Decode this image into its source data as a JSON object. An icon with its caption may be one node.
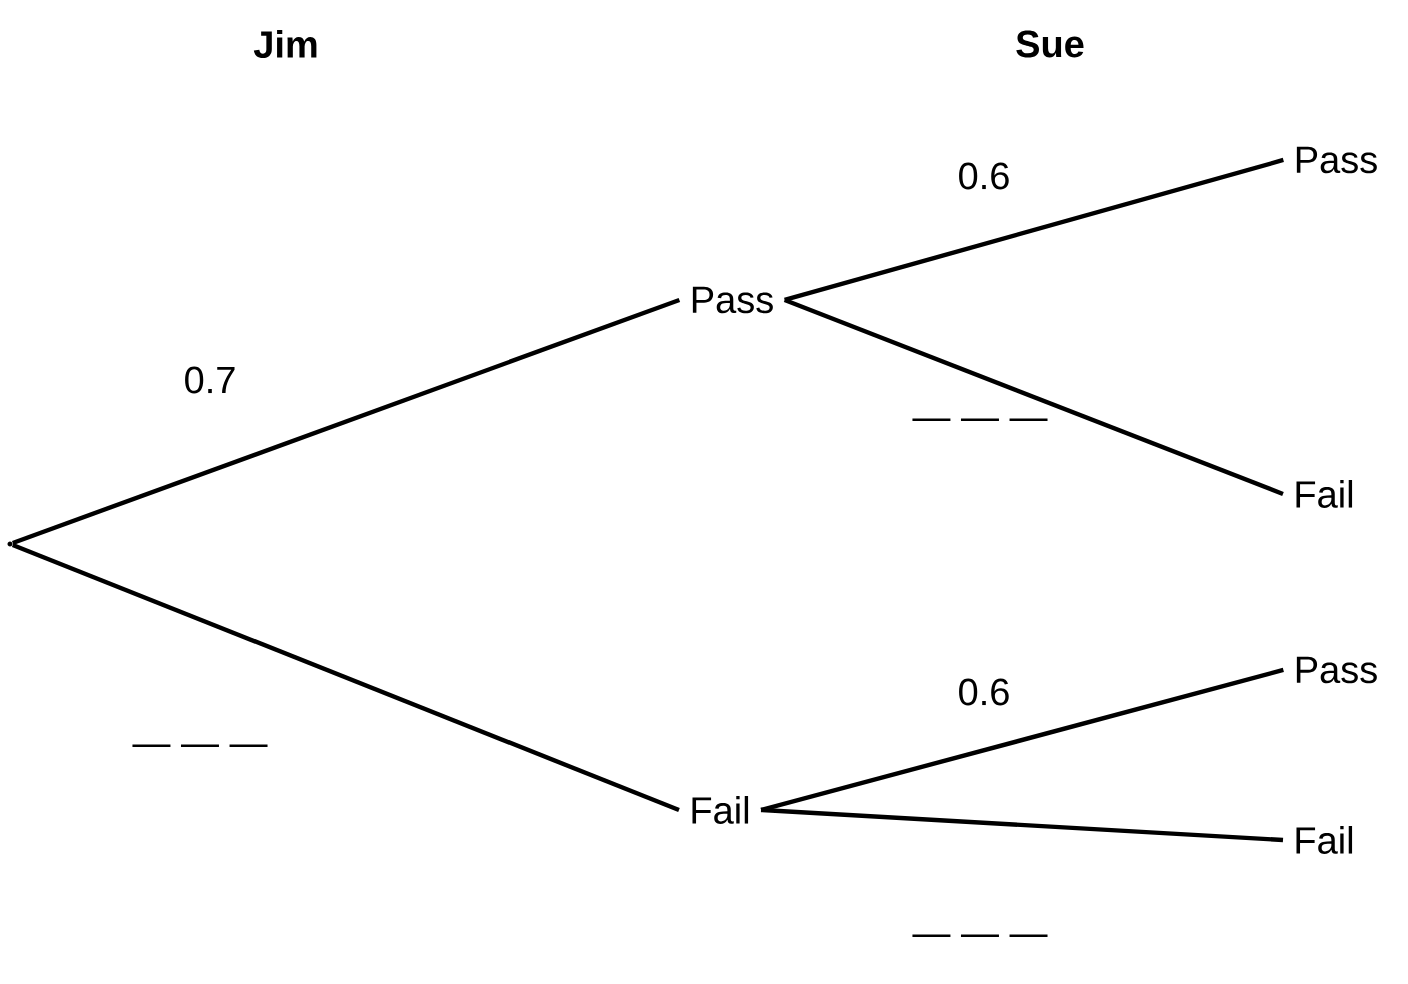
{
  "diagram": {
    "nodes": [
      {
        "text": [],
        "shape": "point"
      },
      {
        "text": [
          "Pass"
        ]
      },
      {
        "text": [
          "Fail"
        ]
      },
      {
        "text": [
          "Pass"
        ]
      },
      {
        "text": [
          "Fail"
        ]
      },
      {
        "text": [
          "Pass"
        ]
      },
      {
        "text": [
          "Fail"
        ]
      }
    ],
    "edges": [
      {
        "from": 0,
        "to": 1,
        "arrow": "none",
        "label": "0.7"
      },
      {
        "from": 0,
        "to": 2,
        "arrow": "none",
        "label": "— — —"
      },
      {
        "from": 1,
        "to": 3,
        "arrow": "none",
        "label": "0.6"
      },
      {
        "from": 1,
        "to": 4,
        "arrow": "none",
        "label": "— — —"
      },
      {
        "from": 2,
        "to": 5,
        "arrow": "none",
        "label": "0.6"
      },
      {
        "from": 2,
        "to": 6,
        "arrow": "none",
        "label": "— — —"
      }
    ],
    "labels": [
      "Jim",
      "Sue"
    ]
  }
}
